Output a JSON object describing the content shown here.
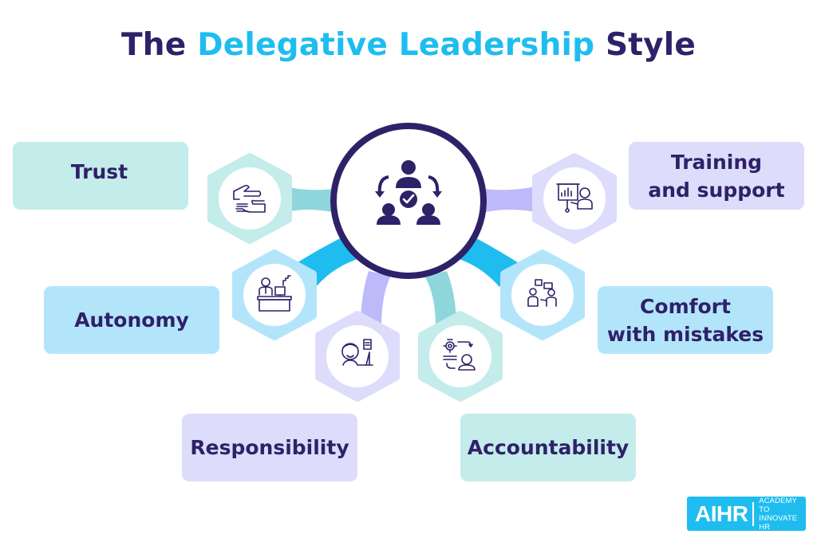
{
  "title": {
    "part1": "The ",
    "accent": "Delegative Leadership",
    "part2": " Style"
  },
  "colors": {
    "navy": "#2f2168",
    "sky": "#1fbdef",
    "teal_light": "#c4ecea",
    "teal_connector": "#8fd6dc",
    "blue_light": "#b3e5fa",
    "lavender_light": "#dedcfb",
    "lavender_connector": "#bdbafa"
  },
  "center": {
    "icon": "team-delegation-icon"
  },
  "items": [
    {
      "label": "Trust",
      "icon": "handshake-hands-icon"
    },
    {
      "label": "Training and support",
      "line1": "Training",
      "line2": "and support",
      "icon": "presenter-training-icon"
    },
    {
      "label": "Autonomy",
      "icon": "desk-worker-icon"
    },
    {
      "label": "Comfort with mistakes",
      "line1": "Comfort",
      "line2": "with mistakes",
      "icon": "conversation-people-icon"
    },
    {
      "label": "Responsibility",
      "icon": "smiling-worker-computer-icon"
    },
    {
      "label": "Accountability",
      "icon": "person-gear-cycle-icon"
    }
  ],
  "logo": {
    "mark": "AIHR",
    "line1": "ACADEMY TO",
    "line2": "INNOVATE HR"
  }
}
